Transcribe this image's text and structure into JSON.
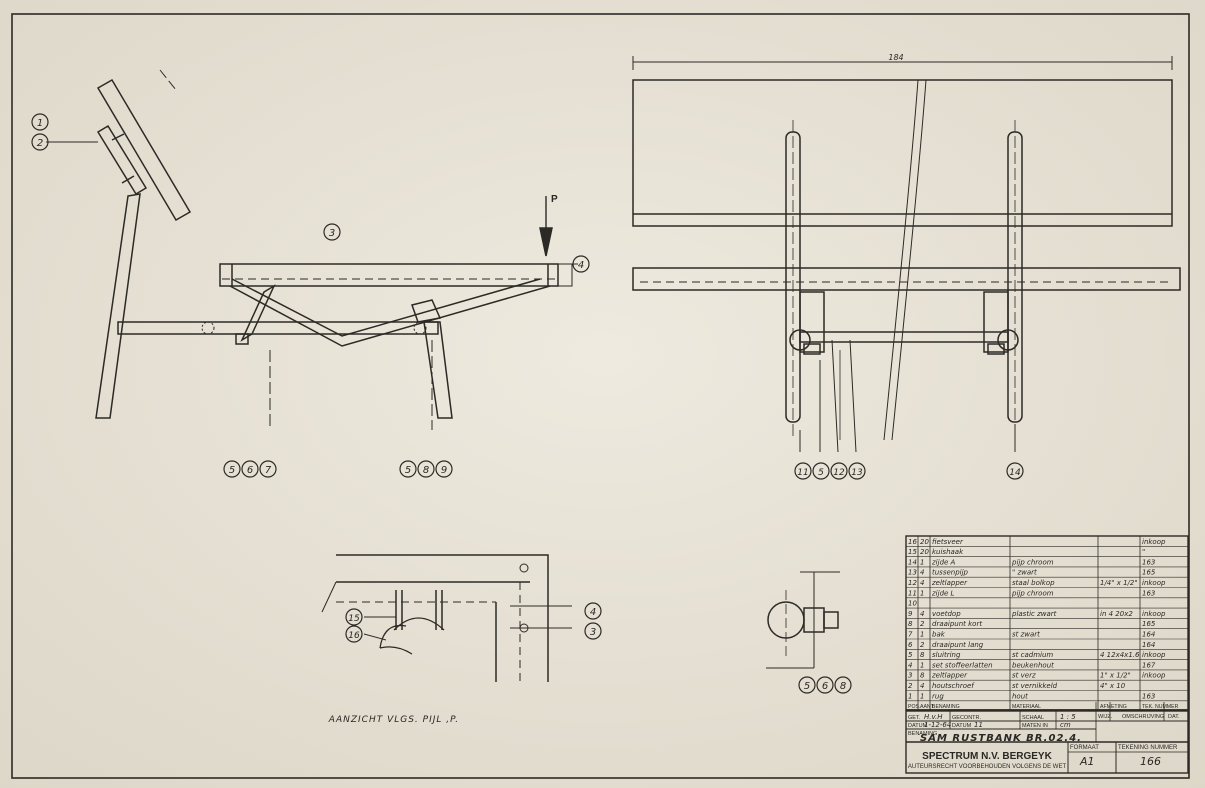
{
  "drawing": {
    "dimension_top": "184",
    "load_label": "P",
    "view_caption": "AANZICHT VLGS. PIJL ,P."
  },
  "callouts": {
    "c1": "1",
    "c2": "2",
    "c3": "3",
    "c4": "4",
    "side_left": [
      "5",
      "6",
      "7"
    ],
    "side_right": [
      "5",
      "8",
      "9"
    ],
    "front_left": [
      "11",
      "5",
      "12",
      "13"
    ],
    "front_right": "14",
    "detail_a": [
      "15",
      "16"
    ],
    "detail_a_right": [
      "4",
      "3"
    ],
    "detail_b": [
      "5",
      "6",
      "8"
    ]
  },
  "parts_list": {
    "rows": [
      {
        "pos": "16",
        "aant": "20",
        "benaming": "fietsveer",
        "mat": "",
        "afm": "",
        "tek": "inkoop"
      },
      {
        "pos": "15",
        "aant": "20",
        "benaming": "kuishaak",
        "mat": "",
        "afm": "",
        "tek": "\""
      },
      {
        "pos": "14",
        "aant": "1",
        "benaming": "zijde A",
        "mat": "pijp chroom",
        "afm": "",
        "tek": "163"
      },
      {
        "pos": "13",
        "aant": "4",
        "benaming": "tussenpijp",
        "mat": "\" zwart",
        "afm": "",
        "tek": "165"
      },
      {
        "pos": "12",
        "aant": "4",
        "benaming": "zeltlapper",
        "mat": "staal bolkop",
        "afm": "1/4\" x 1/2\"",
        "tek": "inkoop"
      },
      {
        "pos": "11",
        "aant": "1",
        "benaming": "zijde L",
        "mat": "pijp chroom",
        "afm": "",
        "tek": "163"
      },
      {
        "pos": "10",
        "aant": "",
        "benaming": "",
        "mat": "",
        "afm": "",
        "tek": ""
      },
      {
        "pos": "9",
        "aant": "4",
        "benaming": "voetdop",
        "mat": "plastic zwart",
        "afm": "in 4 20x2",
        "tek": "inkoop"
      },
      {
        "pos": "8",
        "aant": "2",
        "benaming": "draaipunt kort",
        "mat": "",
        "afm": "",
        "tek": "165"
      },
      {
        "pos": "7",
        "aant": "1",
        "benaming": "bak",
        "mat": "st zwart",
        "afm": "",
        "tek": "164"
      },
      {
        "pos": "6",
        "aant": "2",
        "benaming": "draaipunt lang",
        "mat": "",
        "afm": "",
        "tek": "164"
      },
      {
        "pos": "5",
        "aant": "8",
        "benaming": "sluitring",
        "mat": "st cadmium",
        "afm": "4 12x4x1.6",
        "tek": "inkoop"
      },
      {
        "pos": "4",
        "aant": "1",
        "benaming": "set stoffeerlatten",
        "mat": "beukenhout",
        "afm": "",
        "tek": "167"
      },
      {
        "pos": "3",
        "aant": "8",
        "benaming": "zeltlapper",
        "mat": "st verz",
        "afm": "1\" x 1/2\"",
        "tek": "inkoop"
      },
      {
        "pos": "2",
        "aant": "4",
        "benaming": "houtschroef",
        "mat": "st vernikkeld",
        "afm": "4\" x 10",
        "tek": ""
      },
      {
        "pos": "1",
        "aant": "1",
        "benaming": "rug",
        "mat": "hout",
        "afm": "",
        "tek": "163"
      }
    ],
    "header": {
      "pos": "POS.",
      "aant": "AANT.",
      "benaming": "BENAMING",
      "mat": "MATERIAAL",
      "afm": "AFMETING",
      "tek": "TEK. NUMMER"
    },
    "rev": {
      "wijz": "WIJZ.",
      "omschrijving": "OMSCHRIJVING",
      "dat": "DAT."
    }
  },
  "title_block": {
    "get_label": "GET.",
    "get_value": "H.v.H",
    "gecontr_label": "GECONTR.",
    "datum_label": "DATUM",
    "datum_value": "1-12-64",
    "datum2_label": "DATUM",
    "datum2_value": "11",
    "schaal_label": "SCHAAL",
    "schaal_value": "1 : 5",
    "maten_label": "MATEN IN",
    "maten_value": "cm",
    "benaming_label": "BENAMING",
    "benaming_value": "SAM RUSTBANK BR.02.4.",
    "company": "SPECTRUM N.V. BERGEYK",
    "copyright": "AUTEURSRECHT VOORBEHOUDEN VOLGENS DE WET",
    "formaat_label": "FORMAAT",
    "formaat_value": "A1",
    "tek_label": "TEKENING NUMMER",
    "tek_value": "166"
  }
}
